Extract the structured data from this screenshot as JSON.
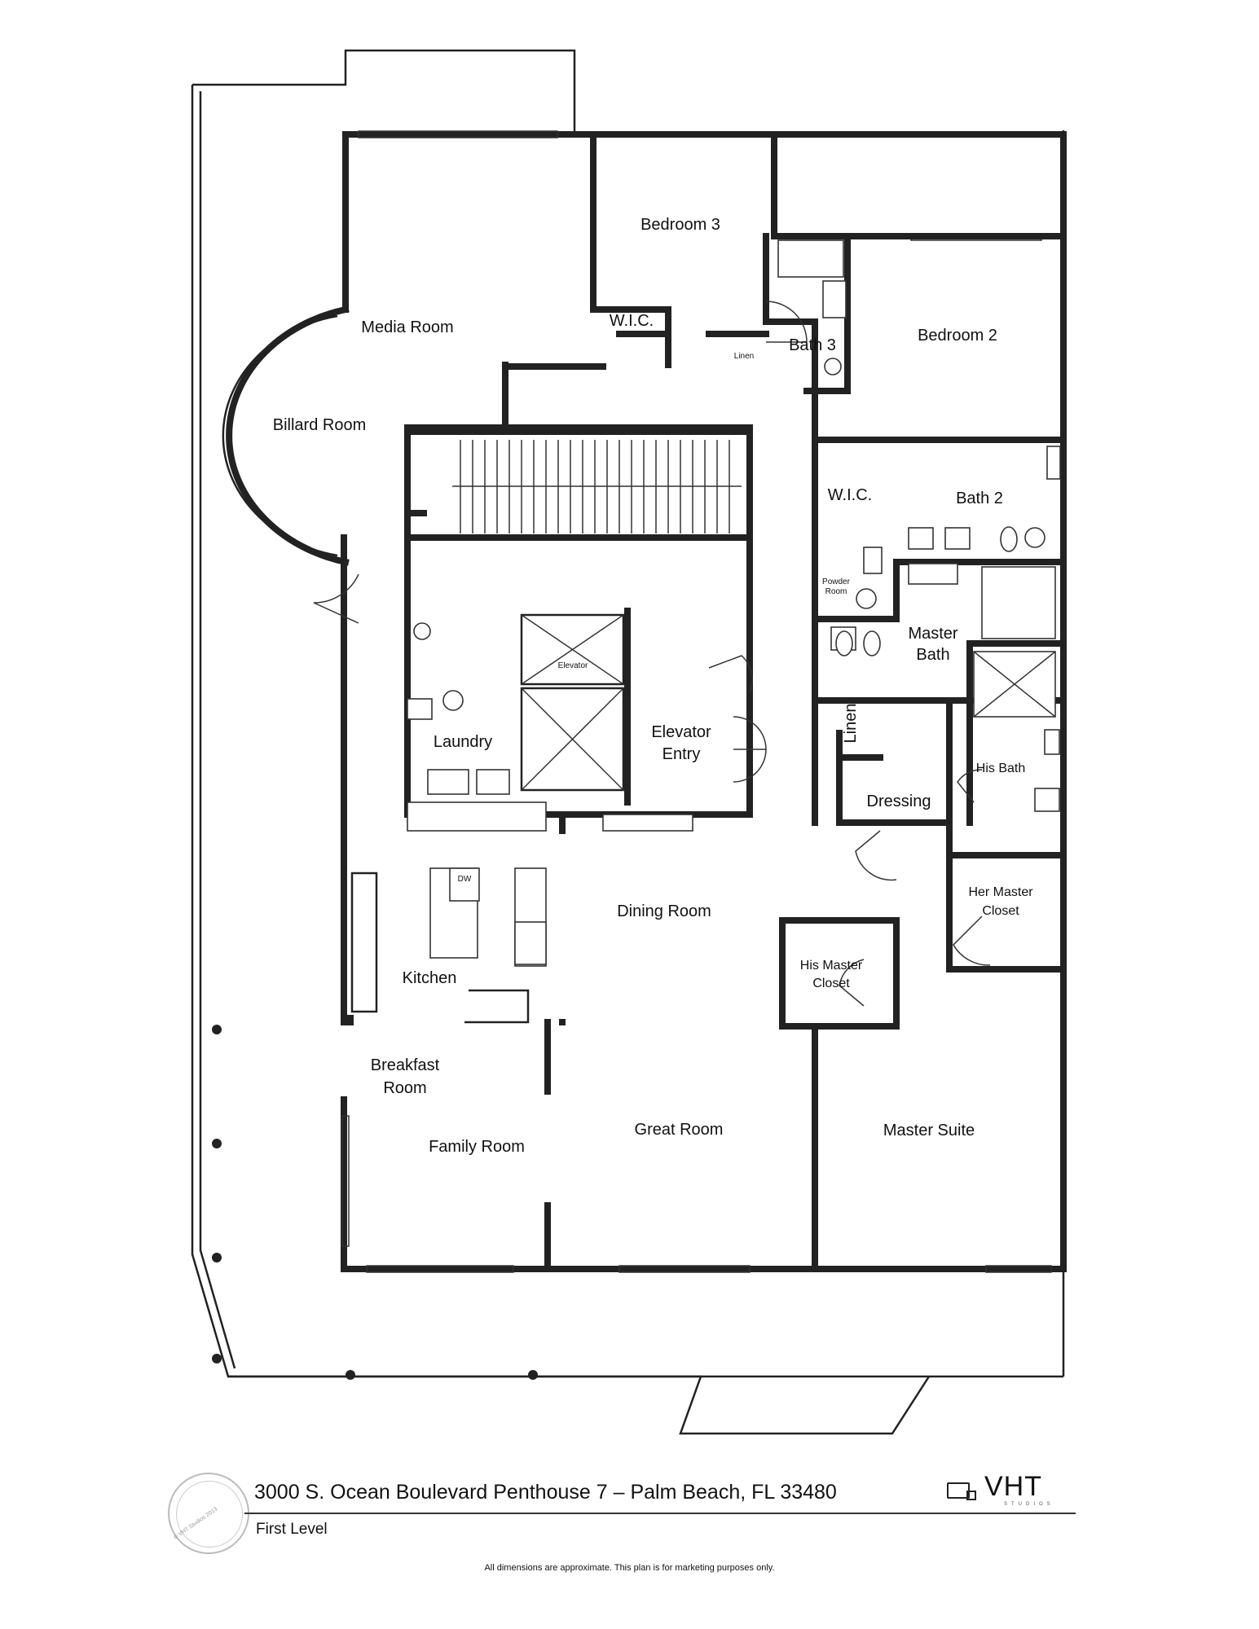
{
  "rooms": {
    "media_room": "Media Room",
    "billard_room": "Billard Room",
    "bedroom_3": "Bedroom 3",
    "wic_1": "W.I.C.",
    "linen_1": "Linen",
    "bath_3": "Bath 3",
    "bedroom_2": "Bedroom 2",
    "wic_2": "W.I.C.",
    "bath_2": "Bath 2",
    "powder_room_1": "Powder",
    "powder_room_2": "Room",
    "master_bath_1": "Master",
    "master_bath_2": "Bath",
    "elevator": "Elevator",
    "elevator_entry_1": "Elevator",
    "elevator_entry_2": "Entry",
    "laundry": "Laundry",
    "linen_2": "Linen",
    "his_bath": "His Bath",
    "dressing": "Dressing",
    "her_master_closet_1": "Her Master",
    "her_master_closet_2": "Closet",
    "dw": "DW",
    "dining_room": "Dining Room",
    "kitchen": "Kitchen",
    "his_master_closet_1": "His Master",
    "his_master_closet_2": "Closet",
    "breakfast_room_1": "Breakfast",
    "breakfast_room_2": "Room",
    "great_room": "Great Room",
    "master_suite": "Master Suite",
    "family_room": "Family Room"
  },
  "footer": {
    "address": "3000 S. Ocean Boulevard Penthouse 7 – Palm Beach, FL 33480",
    "level": "First Level",
    "disclaimer": "All dimensions are approximate. This plan is for marketing purposes only.",
    "brand": "VHT",
    "brand_sub": "STUDIOS",
    "seal_text": "© VHT Studios 2013"
  }
}
